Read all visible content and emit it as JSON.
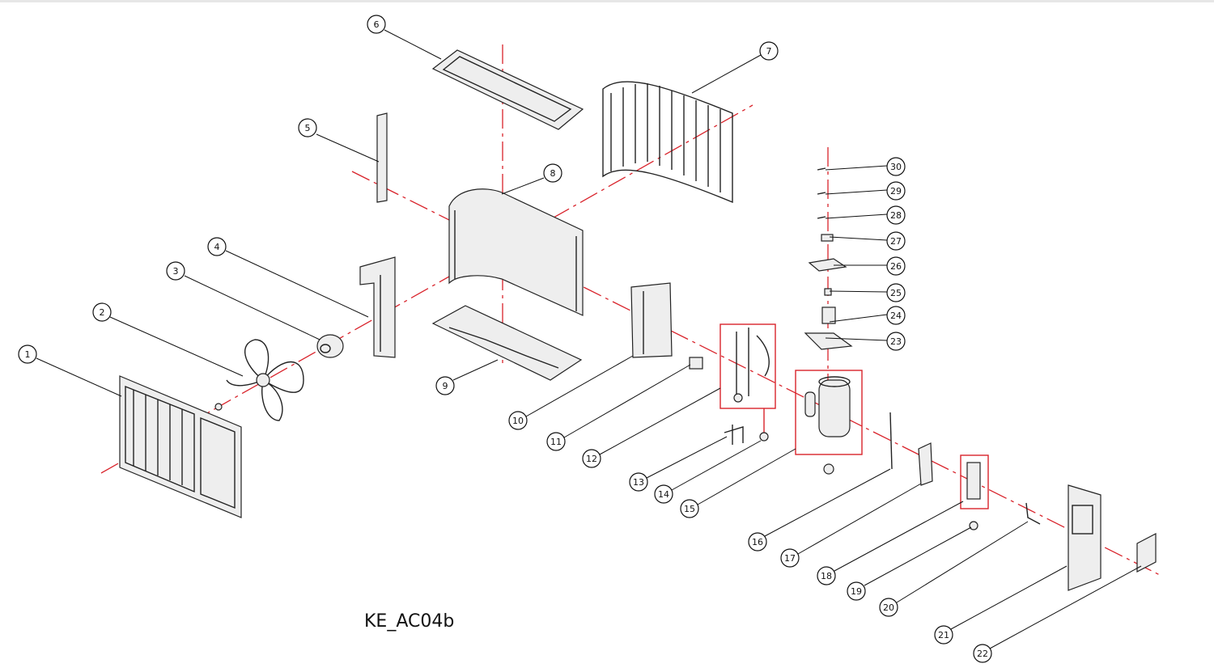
{
  "diagram_code": "KE_AC04b",
  "callouts": [
    "1",
    "2",
    "3",
    "4",
    "5",
    "6",
    "7",
    "8",
    "9",
    "10",
    "11",
    "12",
    "13",
    "14",
    "15",
    "16",
    "17",
    "18",
    "19",
    "20",
    "21",
    "22",
    "23",
    "24",
    "25",
    "26",
    "27",
    "28",
    "29",
    "30"
  ],
  "colors": {
    "axis": "#d9232b",
    "line": "#111111",
    "highlight": "#d9232b",
    "background": "#ffffff"
  }
}
